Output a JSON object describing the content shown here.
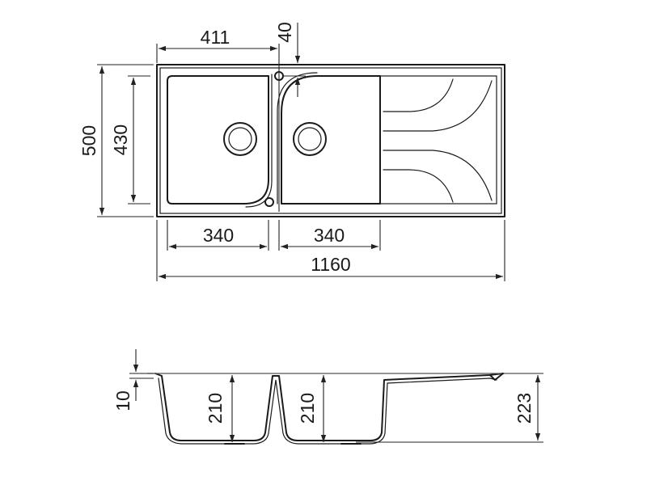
{
  "plan_view": {
    "dims": {
      "overall_length": "1160",
      "overall_depth": "500",
      "bowl_depth": "430",
      "bowl_left_width": "340",
      "bowl_right_width": "340",
      "left_to_tap_hole": "411",
      "tap_hole_offset": "40"
    }
  },
  "section_view": {
    "dims": {
      "rim_thickness": "10",
      "bowl_left_depth": "210",
      "bowl_right_depth": "210",
      "overall_height": "223"
    }
  }
}
